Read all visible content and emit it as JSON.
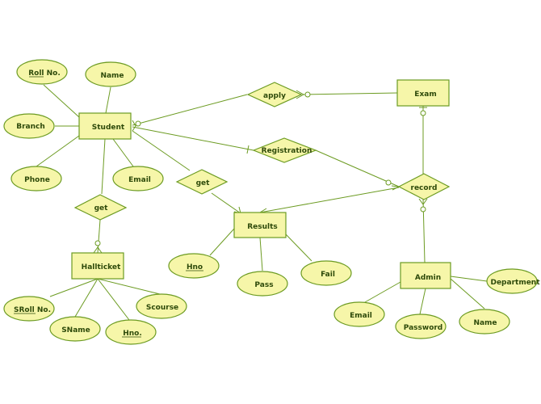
{
  "diagram": {
    "entities": {
      "student": "Student",
      "exam": "Exam",
      "results": "Results",
      "hallticket": "Hallticket",
      "admin": "Admin"
    },
    "relationships": {
      "apply": "apply",
      "registration": "Registration",
      "get_results": "get",
      "get_hallticket": "get",
      "record": "record"
    },
    "attributes": {
      "roll_no": "Roll No.",
      "name": "Name",
      "branch": "Branch",
      "phone": "Phone",
      "email": "Email",
      "hno": "Hno",
      "pass": "Pass",
      "fail": "Fail",
      "sroll_no": "SRoll No.",
      "sname": "SName",
      "hno_dot": "Hno.",
      "scourse": "Scourse",
      "admin_email": "Email",
      "password": "Password",
      "admin_name": "Name",
      "department": "Department"
    }
  }
}
